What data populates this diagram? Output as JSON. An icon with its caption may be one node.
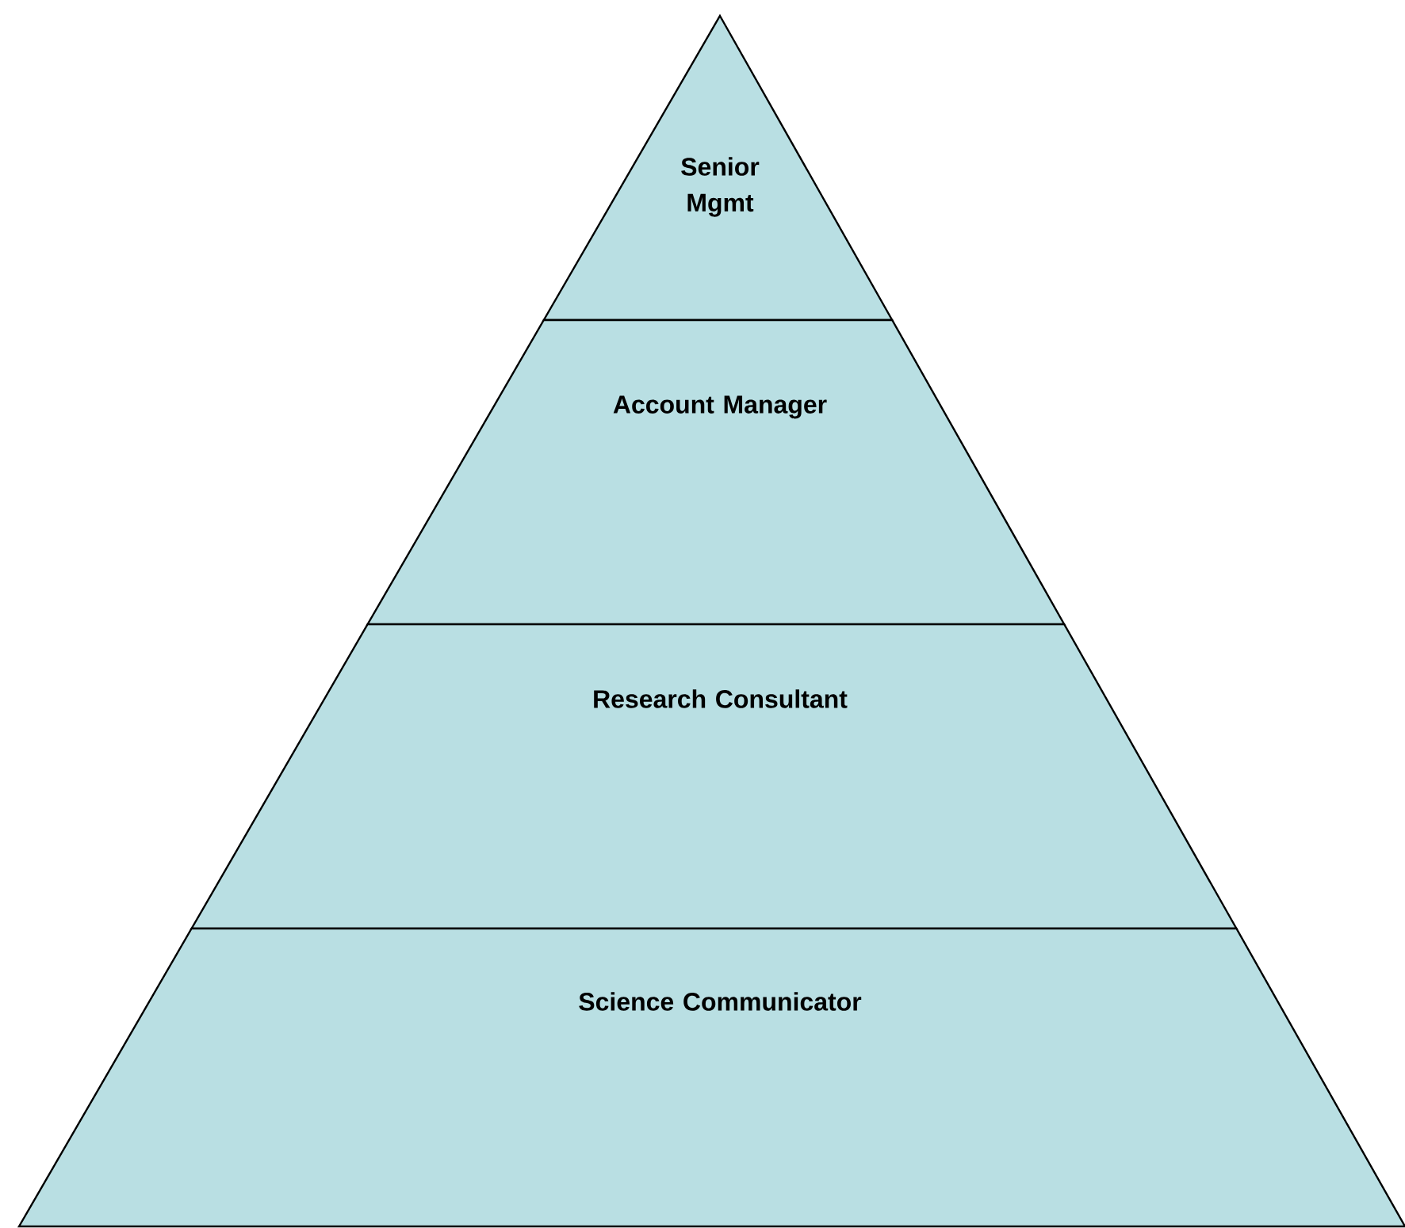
{
  "diagram": {
    "nodes": [
      {
        "text": [
          "Senior Mgmt"
        ]
      },
      {
        "text": [
          "Account Manager"
        ]
      },
      {
        "text": [
          "Research Consultant"
        ]
      },
      {
        "text": [
          "Science Communicator"
        ]
      }
    ]
  }
}
